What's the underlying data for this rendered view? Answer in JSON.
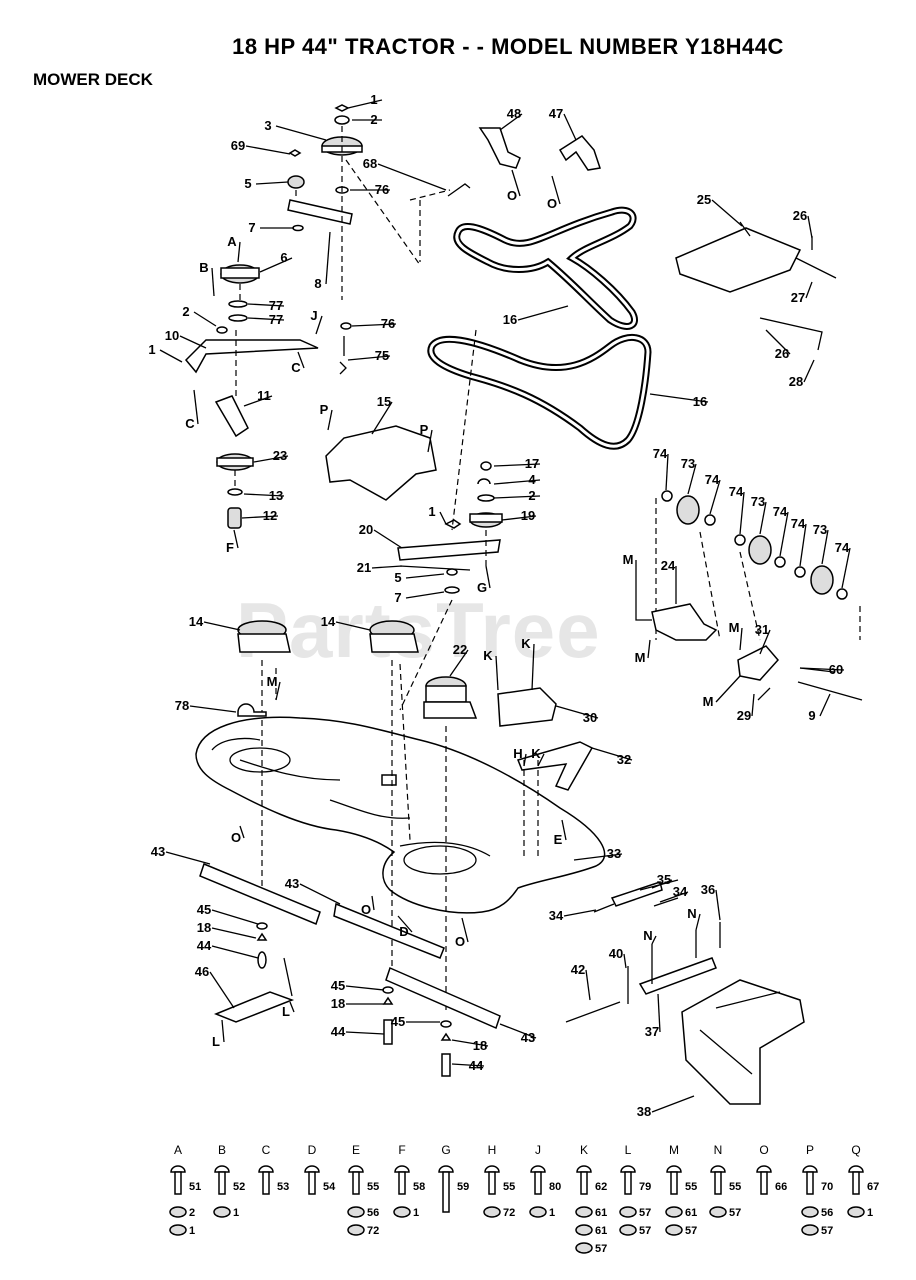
{
  "title": "18 HP 44\" TRACTOR - - MODEL NUMBER Y18H44C",
  "subtitle": "MOWER DECK",
  "watermark": "PartsTree",
  "callouts": {
    "c1a": "1",
    "c2a": "2",
    "c3": "3",
    "c69": "69",
    "c5a": "5",
    "c76a": "76",
    "c7a": "7",
    "cA1": "A",
    "c6": "6",
    "c8": "8",
    "cB1": "B",
    "c77a": "77",
    "c77b": "77",
    "c2b": "2",
    "cJ1": "J",
    "c76b": "76",
    "c10": "10",
    "c1b": "1",
    "cC1": "C",
    "cC2": "C",
    "c75": "75",
    "c11": "11",
    "c23": "23",
    "c13": "13",
    "c12": "12",
    "cF1": "F",
    "c68": "68",
    "c48": "48",
    "c47": "47",
    "cO1": "O",
    "cO2": "O",
    "c16a": "16",
    "c16b": "16",
    "c25": "25",
    "c26a": "26",
    "c27": "27",
    "c26b": "26",
    "c28": "28",
    "cP1": "P",
    "c15": "15",
    "cP2": "P",
    "c17": "17",
    "c4": "4",
    "c2c": "2",
    "c19": "19",
    "c1c": "1",
    "c20": "20",
    "c21": "21",
    "c5b": "5",
    "c7b": "7",
    "cG1": "G",
    "c74a": "74",
    "c73a": "73",
    "c74b": "74",
    "c74c": "74",
    "c73b": "73",
    "c74d": "74",
    "c74e": "74",
    "c73c": "73",
    "c74f": "74",
    "cM1": "M",
    "c24": "24",
    "cM2": "M",
    "cM3": "M",
    "c31": "31",
    "c60": "60",
    "cM4": "M",
    "c29": "29",
    "c9": "9",
    "c14a": "14",
    "c14b": "14",
    "c22": "22",
    "cK1": "K",
    "cK2": "K",
    "c30": "30",
    "cM5": "M",
    "c78": "78",
    "cH1": "H",
    "cK3": "K",
    "c32": "32",
    "cE1": "E",
    "cO3": "O",
    "c33": "33",
    "c43a": "43",
    "c43b": "43",
    "c45a": "45",
    "c18a": "18",
    "c44a": "44",
    "c46": "46",
    "cL1": "L",
    "cL2": "L",
    "cO4": "O",
    "cD1": "D",
    "cO5": "O",
    "c45b": "45",
    "c18b": "18",
    "c44b": "44",
    "c45c": "45",
    "c43c": "43",
    "c18c": "18",
    "c44c": "44",
    "c35": "35",
    "c34a": "34",
    "c34b": "34",
    "c36": "36",
    "cN1": "N",
    "cN2": "N",
    "c42": "42",
    "c40": "40",
    "c37": "37",
    "c38": "38"
  },
  "hardware_key": [
    {
      "letter": "A",
      "items": [
        "51",
        "2",
        "1"
      ]
    },
    {
      "letter": "B",
      "items": [
        "52",
        "1"
      ]
    },
    {
      "letter": "C",
      "items": [
        "53"
      ]
    },
    {
      "letter": "D",
      "items": [
        "54"
      ]
    },
    {
      "letter": "E",
      "items": [
        "55",
        "56",
        "72"
      ]
    },
    {
      "letter": "F",
      "items": [
        "58",
        "1"
      ]
    },
    {
      "letter": "G",
      "items": [
        "59"
      ]
    },
    {
      "letter": "H",
      "items": [
        "55",
        "72"
      ]
    },
    {
      "letter": "J",
      "items": [
        "80",
        "1"
      ]
    },
    {
      "letter": "K",
      "items": [
        "62",
        "61",
        "61",
        "57"
      ]
    },
    {
      "letter": "L",
      "items": [
        "79",
        "57",
        "57"
      ]
    },
    {
      "letter": "M",
      "items": [
        "55",
        "61",
        "57"
      ]
    },
    {
      "letter": "N",
      "items": [
        "55",
        "57"
      ]
    },
    {
      "letter": "O",
      "items": [
        "66"
      ]
    },
    {
      "letter": "P",
      "items": [
        "70",
        "56",
        "57"
      ]
    },
    {
      "letter": "Q",
      "items": [
        "67",
        "1"
      ]
    }
  ]
}
